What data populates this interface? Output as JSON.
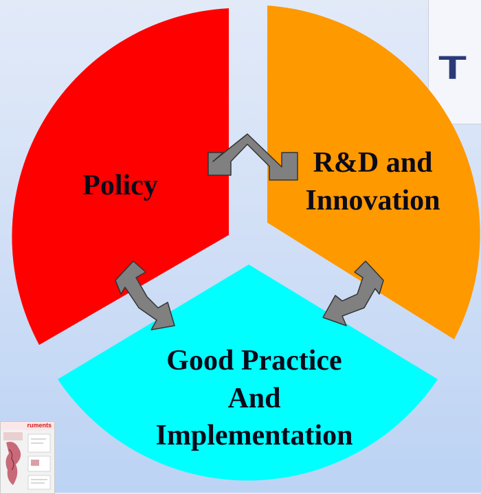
{
  "segments": [
    {
      "id": "policy",
      "label_lines": [
        "Policy"
      ],
      "color": "#ff0000"
    },
    {
      "id": "rnd",
      "label_lines": [
        "R&D and",
        "Innovation"
      ],
      "color": "#ff9900"
    },
    {
      "id": "good-practice",
      "label_lines": [
        "Good Practice",
        "And",
        "Implementation"
      ],
      "color": "#00ffff"
    }
  ],
  "arrows": [
    {
      "between": [
        "policy",
        "rnd"
      ],
      "icon": "double-headed-bent-arrow",
      "color": "#808080"
    },
    {
      "between": [
        "policy",
        "good-practice"
      ],
      "icon": "double-headed-bent-arrow",
      "color": "#808080"
    },
    {
      "between": [
        "rnd",
        "good-practice"
      ],
      "icon": "double-headed-bent-arrow",
      "color": "#808080"
    }
  ],
  "logo": {
    "visible_text": "T"
  },
  "thumbnail": {
    "visible_text": "ruments"
  },
  "colors": {
    "arrow_fill": "#808080",
    "arrow_stroke": "#333333",
    "label_text": "#0a0a1a"
  }
}
